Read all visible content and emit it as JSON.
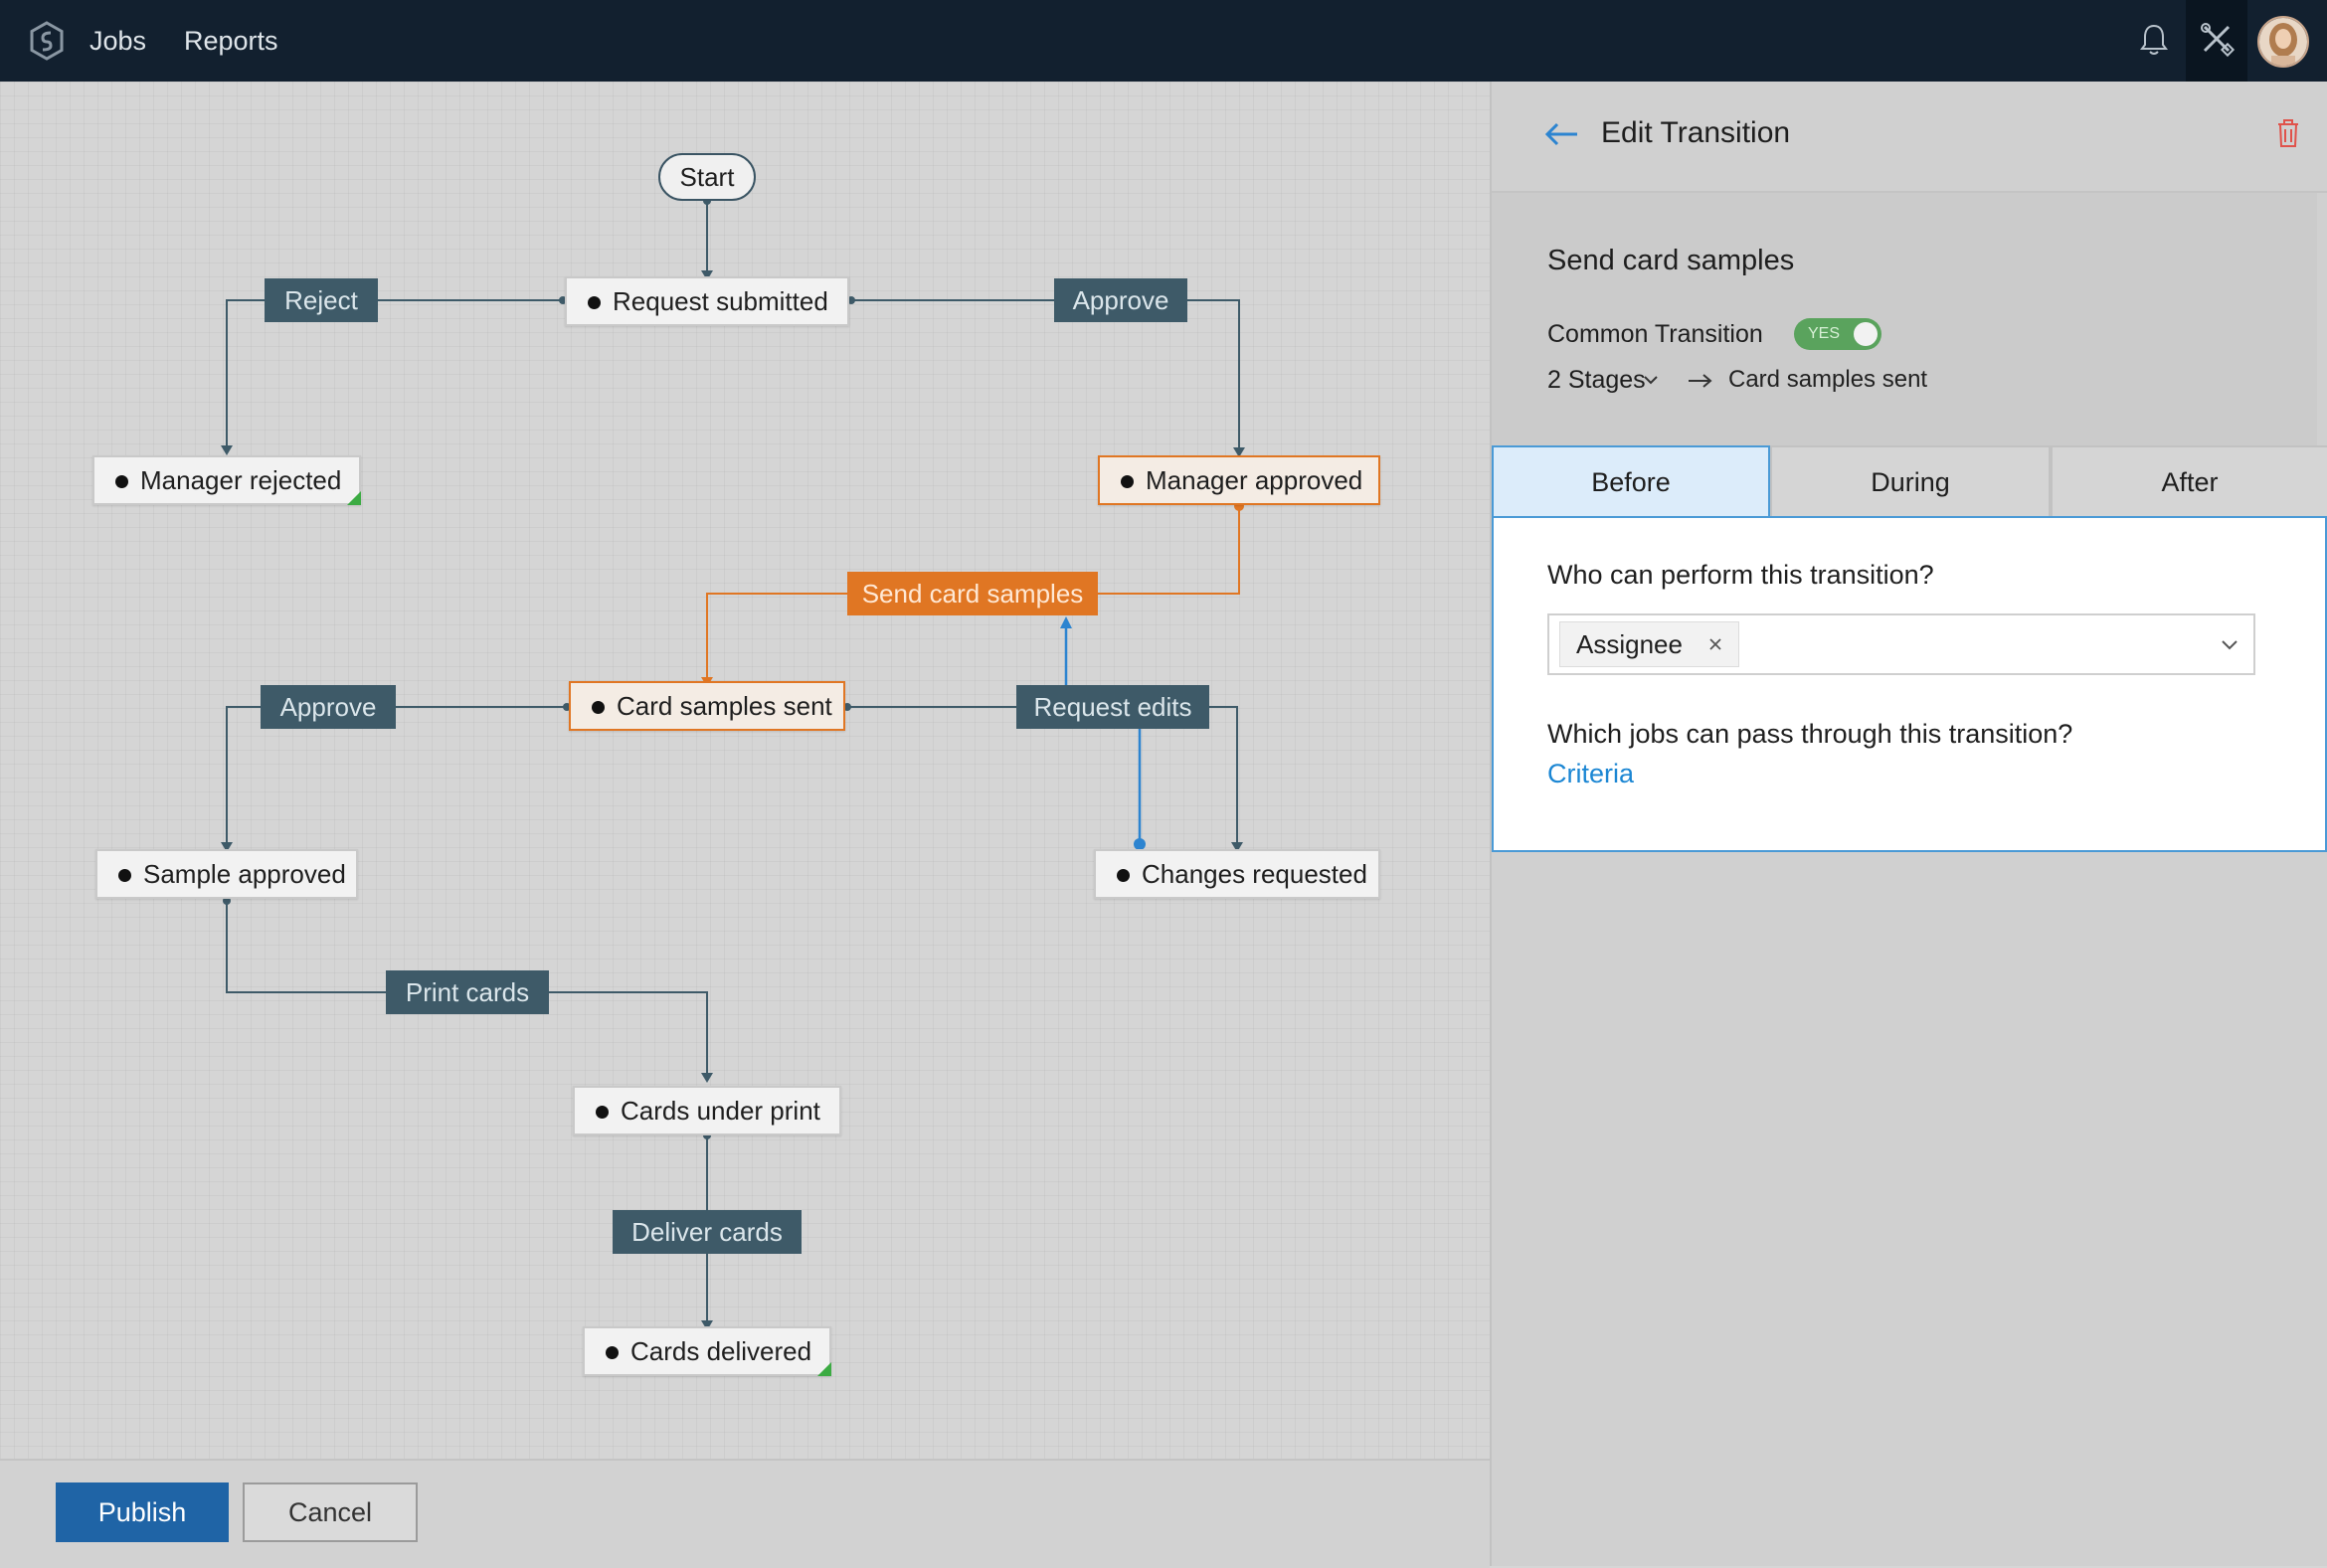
{
  "nav": {
    "links": [
      "Jobs",
      "Reports"
    ]
  },
  "workflow": {
    "start": "Start",
    "states": {
      "request_submitted": "Request submitted",
      "manager_rejected": "Manager rejected",
      "manager_approved": "Manager approved",
      "card_samples_sent": "Card samples sent",
      "sample_approved": "Sample approved",
      "changes_requested": "Changes requested",
      "cards_under_print": "Cards under print",
      "cards_delivered": "Cards delivered"
    },
    "transitions": {
      "reject": "Reject",
      "approve_manager": "Approve",
      "send_card_samples": "Send card samples",
      "approve_sample": "Approve",
      "request_edits": "Request edits",
      "print_cards": "Print cards",
      "deliver_cards": "Deliver cards"
    }
  },
  "footer": {
    "publish": "Publish",
    "cancel": "Cancel"
  },
  "panel": {
    "title": "Edit Transition",
    "transition_name": "Send card samples",
    "common_transition_label": "Common Transition",
    "common_transition_value": "YES",
    "stages": "2 Stages",
    "destination": "Card samples sent",
    "tabs": [
      "Before",
      "During",
      "After"
    ],
    "active_tab": "Before",
    "question_perform": "Who can perform this transition?",
    "assignee_chip": "Assignee",
    "question_jobs": "Which jobs can pass through this transition?",
    "criteria_link": "Criteria"
  },
  "colors": {
    "topbar": "#12202f",
    "transition": "#3e5a68",
    "highlight": "#e07623",
    "accent_blue": "#1f64a6",
    "link_blue": "#1b86d3",
    "toggle_on": "#5aa35d",
    "terminal_marker": "#3cab43"
  }
}
